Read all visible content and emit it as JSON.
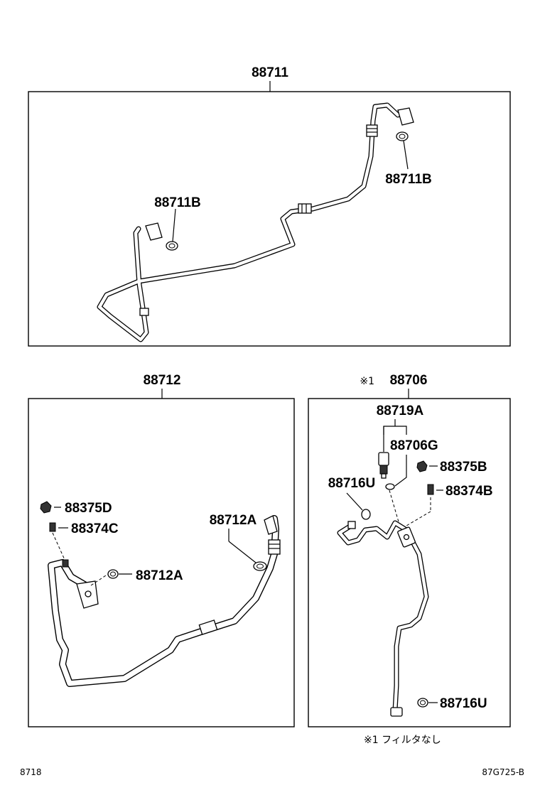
{
  "page": {
    "code_left": "8718",
    "code_right": "87G725-B"
  },
  "panels": {
    "top": {
      "part_number": "88711",
      "labels": [
        "88711B",
        "88711B"
      ]
    },
    "bottom_left": {
      "part_number": "88712",
      "labels": [
        "88375D",
        "88374C",
        "88712A",
        "88712A"
      ]
    },
    "bottom_right": {
      "note_mark": "※1",
      "part_number": "88706",
      "labels": [
        "88719A",
        "88706G",
        "88375B",
        "88716U",
        "88374B",
        "88716U"
      ],
      "footnote": "※1 フィルタなし"
    }
  }
}
